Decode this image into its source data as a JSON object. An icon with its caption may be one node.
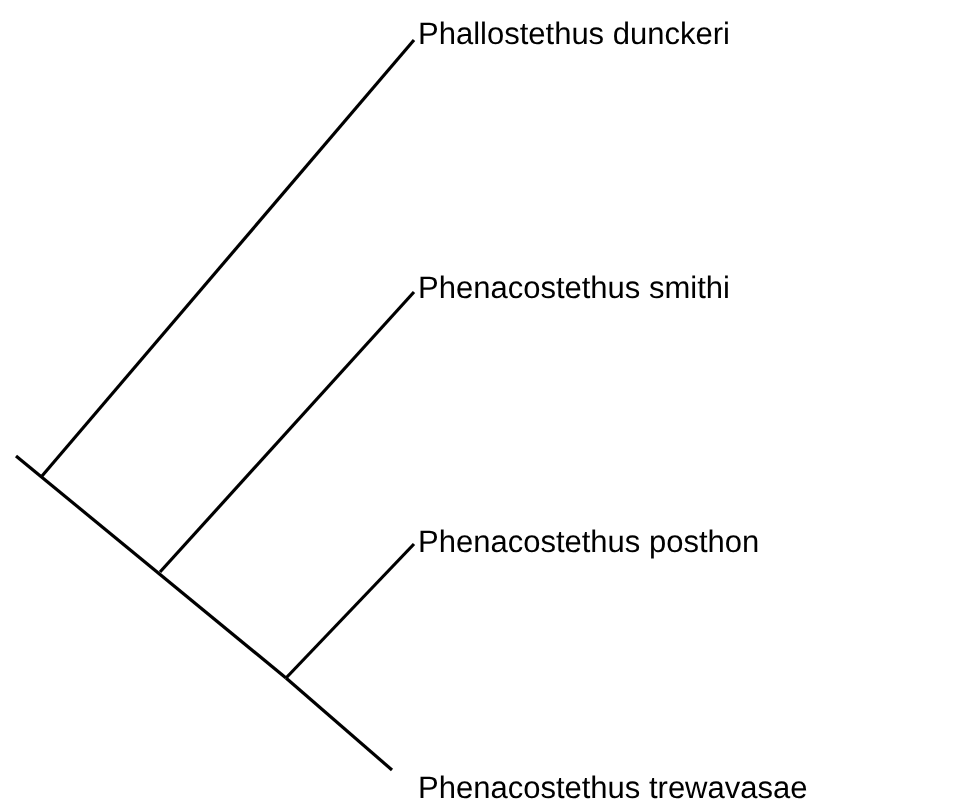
{
  "diagram": {
    "nodes": [
      {
        "text": [
          "Phallostethus dunckeri"
        ]
      },
      {
        "text": [
          "Phenacostethus smithi"
        ]
      },
      {
        "text": [
          "Phenacostethus posthon"
        ]
      },
      {
        "text": [
          "Phenacostethus trewavasae"
        ]
      }
    ],
    "edges": [
      {
        "from": null,
        "to": 0,
        "arrow": "none"
      },
      {
        "from": null,
        "to": 1,
        "arrow": "none"
      },
      {
        "from": null,
        "to": 2,
        "arrow": "none"
      },
      {
        "from": null,
        "to": 3,
        "arrow": "none"
      }
    ]
  }
}
